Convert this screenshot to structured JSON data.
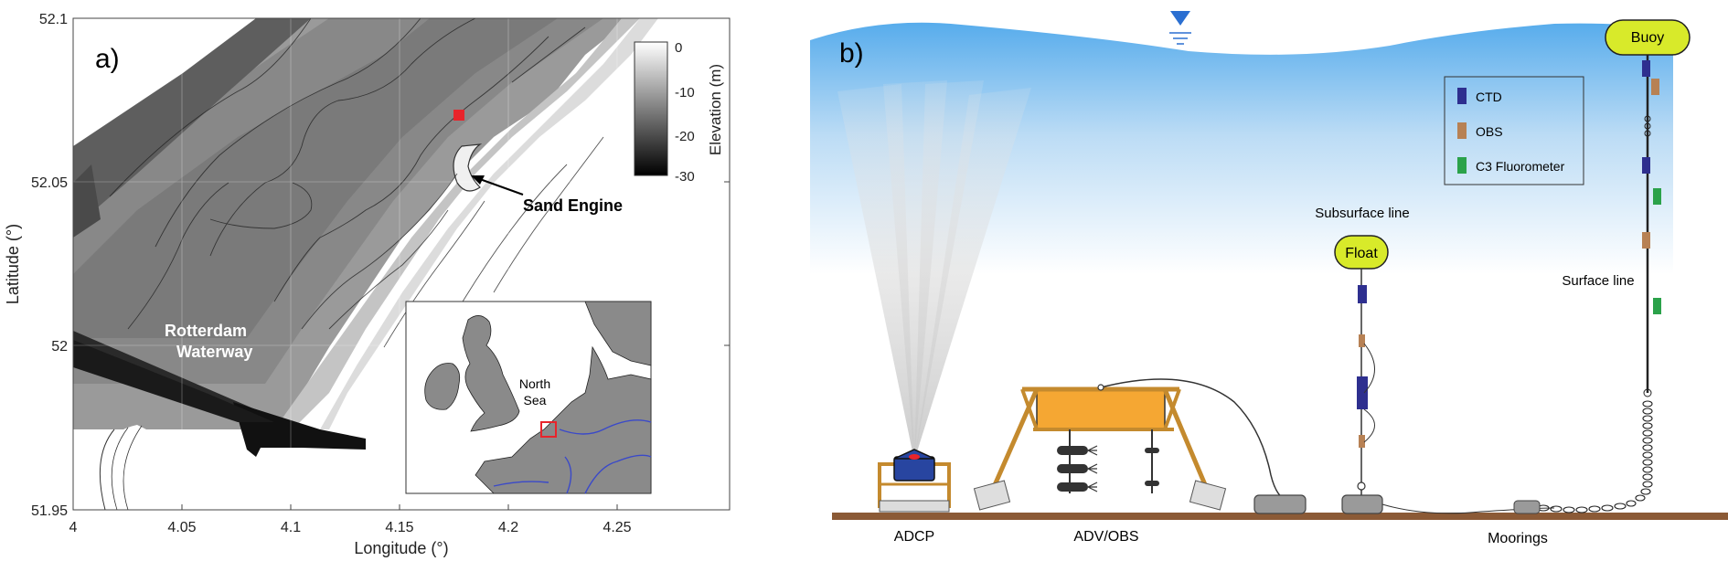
{
  "panel_a": {
    "label": "a)",
    "xlabel": "Longitude (°)",
    "ylabel": "Latitude (°)",
    "xticks": [
      "4",
      "4.05",
      "4.1",
      "4.15",
      "4.2",
      "4.25"
    ],
    "yticks": [
      "52.1",
      "52.05",
      "52",
      "51.95"
    ],
    "colorbar": {
      "label": "Elevation (m)",
      "ticks": [
        "0",
        "-10",
        "-20",
        "-30"
      ],
      "range": [
        -30,
        0
      ]
    },
    "annotations": {
      "sand_engine": "Sand Engine",
      "rotterdam_line1": "Rotterdam",
      "rotterdam_line2": "Waterway"
    },
    "inset": {
      "label_line1": "North",
      "label_line2": "Sea"
    },
    "colors": {
      "site_marker": "#e8242b",
      "rivers": "#3a49c9"
    }
  },
  "panel_b": {
    "label": "b)",
    "legend": [
      {
        "label": "CTD",
        "color": "#2e2f8f"
      },
      {
        "label": "OBS",
        "color": "#b78154"
      },
      {
        "label": "C3 Fluorometer",
        "color": "#2ba24a"
      }
    ],
    "float_label": "Float",
    "buoy_label": "Buoy",
    "subsurface_line": "Subsurface line",
    "surface_line": "Surface line",
    "bottom_labels": [
      "ADCP",
      "ADV/OBS",
      "Moorings"
    ],
    "colors": {
      "water_top": "#5aaee8",
      "seabed": "#8b5a36",
      "frame": "#f5a733",
      "float": "#d8ea2a",
      "adcp": "#2845a0"
    }
  }
}
